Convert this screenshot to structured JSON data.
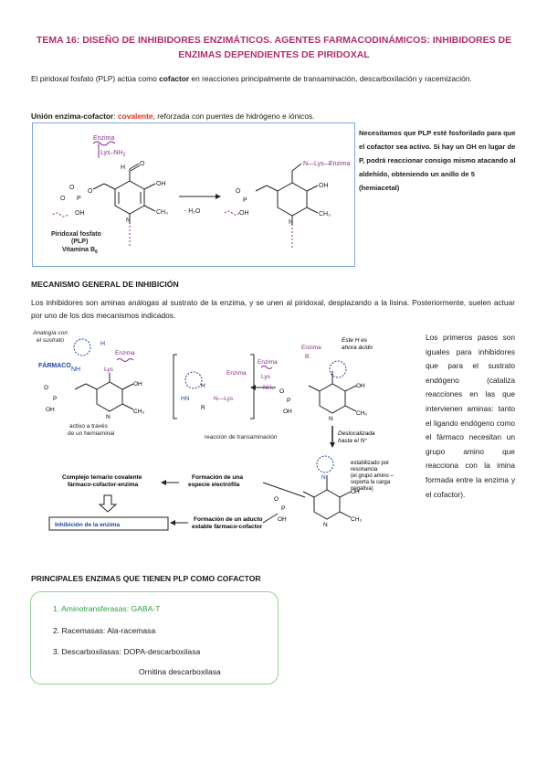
{
  "title": {
    "line1": "TEMA 16: DISEÑO DE INHIBIDORES ENZIMÁTICOS. AGENTES FARMACODINÁMICOS: INHIBIDORES DE",
    "line2": "ENZIMAS DEPENDIENTES DE PIRIDOXAL"
  },
  "intro": {
    "before": "El piridoxal fosfato (PLP) actúa como ",
    "bold": "cofactor",
    "after": " en reacciones principalmente de transaminación, descarboxilación y racemización."
  },
  "union": {
    "label": "Unión enzima-cofactor",
    "colon": ": ",
    "type": "covalente",
    "rest": ", reforzada con puentes de hidrógeno e iónicos."
  },
  "fig1": {
    "enzima": "Enzima",
    "lys": "Lys–NH",
    "lys_sub": "2",
    "h2o": "- H₂O",
    "name1": "Piridoxal fosfato",
    "name2": "(PLP)",
    "name3": "Vitamina B",
    "name3_sub": "6",
    "enzima_right": "Enzima",
    "lys_right": "N—Lys—"
  },
  "note1": "Necesitamos que PLP esté fosforilado para que el cofactor sea activo. Si hay un OH en lugar de P, podrá reaccionar consigo mismo atacando al aldehído, obteniendo un anillo de 5 (hemiacetal)",
  "mechanism": {
    "heading": "MECANISMO GENERAL DE INHIBICIÓN",
    "text": "Los inhibidores son aminas análogas al sustrato de la enzima, y se unen al piridoxal, desplazando a la lisina. Posteriormente, suelen actuar por uno de los dos mecanismos indicados."
  },
  "fig2": {
    "analogia1": "Analogía con",
    "analogia2": "el sustrato",
    "farmaco": "FÁRMACO",
    "nh2": "NH",
    "enzima": "Enzima",
    "activo1": "activo a través",
    "activo2": "de un hemiaminal",
    "transaminacion": "reacción de transaminación",
    "lys": "Lys",
    "este_h1": "Este H es",
    "este_h2": "ahora ácido",
    "deslocal1": "Deslocalizada",
    "deslocal2": "hasta el N⁺",
    "estab1": "estabilizado por",
    "estab2": "resonancia",
    "estab3": "(el grupo amino –",
    "estab4": "soporta la carga",
    "estab5": "negativa)",
    "complejo1": "Complejo ternario covalente",
    "complejo2": "fármaco-cofactor-enzima",
    "formacion_especie1": "Formación de una",
    "formacion_especie2": "especie electrófila",
    "inhibicion": "Inhibición de la enzima",
    "formacion_aducto1": "Formación de un aducto",
    "formacion_aducto2": "estable fármaco-cofactor"
  },
  "note2": "Los primeros pasos son iguales para inhibidores que para el sustrato endógeno (cataliza reacciones en las que intervienen aminas: tanto el ligando endógeno como el fármaco necesitan un grupo amino que reacciona con la imina formada entre la enzima y el cofactor).",
  "enzymes": {
    "heading": "PRINCIPALES ENZIMAS QUE TIENEN PLP COMO COFACTOR",
    "items": [
      "1. Aminotransferasas: GABA-T",
      "2. Racemasas: Ala-racemasa",
      "3. Descarboxilasas: DOPA-descarboxilasa",
      "Ornitina descarboxilasa"
    ]
  },
  "colors": {
    "title": "#b0306a",
    "covalente": "#e0301e",
    "enzyme_green": "#2e9e44",
    "purple": "#8a2d8e",
    "blue": "#2040a0",
    "box_border": "#7ea6d8"
  }
}
